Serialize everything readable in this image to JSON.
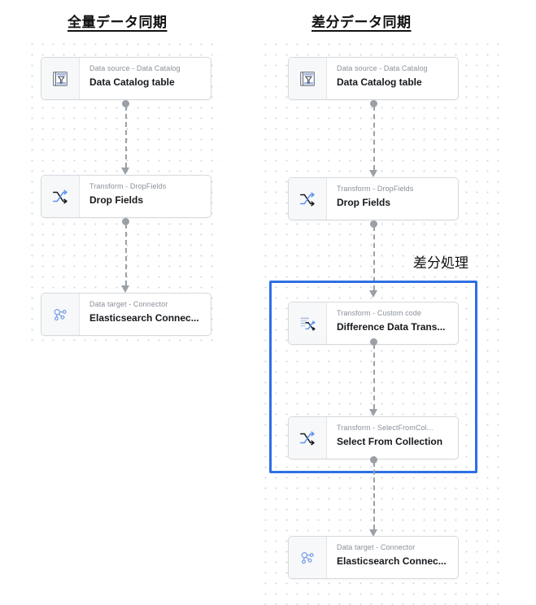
{
  "columns": [
    {
      "title": "全量データ同期"
    },
    {
      "title": "差分データ同期"
    }
  ],
  "group": {
    "label": "差分処理",
    "accent_color": "#2f6fe4"
  },
  "colors": {
    "canvas_dot": "#d3d6db",
    "node_border": "#d5d9de",
    "node_type_text": "#8a9099",
    "node_name_text": "#16191d",
    "connector": "#9aa0a6",
    "accent": "#2f6fe4"
  },
  "left_flow": {
    "nodes": [
      {
        "type": "Data source - Data Catalog",
        "name": "Data Catalog table",
        "icon": "data-catalog-table-icon"
      },
      {
        "type": "Transform - DropFields",
        "name": "Drop Fields",
        "icon": "shuffle-transform-icon"
      },
      {
        "type": "Data target - Connector",
        "name": "Elasticsearch Connec...",
        "icon": "connector-node-graph-icon"
      }
    ]
  },
  "right_flow": {
    "nodes": [
      {
        "type": "Data source - Data Catalog",
        "name": "Data Catalog table",
        "icon": "data-catalog-table-icon"
      },
      {
        "type": "Transform - DropFields",
        "name": "Drop Fields",
        "icon": "shuffle-transform-icon"
      },
      {
        "type": "Transform - Custom code",
        "name": "Difference Data Trans...",
        "icon": "custom-code-icon"
      },
      {
        "type": "Transform - SelectFromCol...",
        "name": "Select From Collection",
        "icon": "shuffle-transform-icon"
      },
      {
        "type": "Data target - Connector",
        "name": "Elasticsearch Connec...",
        "icon": "connector-node-graph-icon"
      }
    ]
  }
}
